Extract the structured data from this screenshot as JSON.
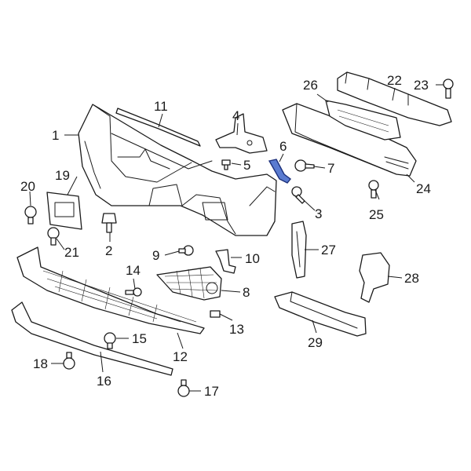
{
  "diagram": {
    "highlight_color": "#5a7bd0",
    "callouts": [
      "1",
      "2",
      "3",
      "4",
      "5",
      "6",
      "7",
      "8",
      "9",
      "10",
      "11",
      "12",
      "13",
      "14",
      "15",
      "16",
      "17",
      "18",
      "19",
      "20",
      "21",
      "22",
      "23",
      "24",
      "25",
      "26",
      "27",
      "28",
      "29"
    ]
  }
}
